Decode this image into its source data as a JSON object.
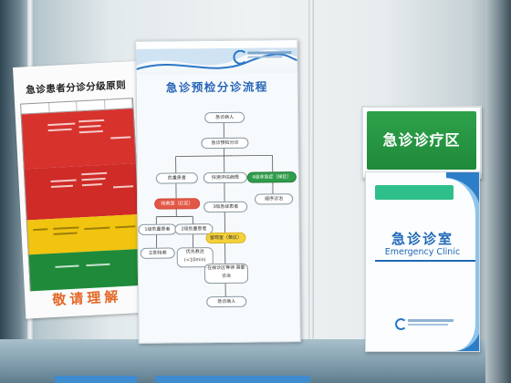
{
  "left_poster": {
    "title": "急诊患者分诊分级原则",
    "footer": "敬请理解",
    "colors": {
      "red": "#d8322d",
      "yellow": "#f1c40f",
      "green": "#1f8a3a"
    }
  },
  "middle_poster": {
    "title": "急诊预检分诊流程",
    "nodes": {
      "start": "急诊病人",
      "triage": "急诊预检分诊",
      "critical": "危重患者",
      "eval": "快速评估病情",
      "level4": "4级非急症（绿区）",
      "red_zone": "抢救室（红区）",
      "level3": "3级急症患者",
      "refer": "顺序诊治",
      "level1": "1级危重患者",
      "level2": "2级危重患者",
      "obs": "留观室（黄区）",
      "immediate": "立即抢救",
      "priority": "优先救治 (<10min)",
      "wait": "在候诊区等待 需要诊治",
      "end": "急诊病人"
    },
    "accent": "#2a66b8"
  },
  "sign_green": {
    "text": "急诊诊疗区",
    "color": "#1f8a3a"
  },
  "sign_room": {
    "cn": "急诊诊室",
    "en": "Emergency Clinic",
    "accent": "#2068b8"
  }
}
